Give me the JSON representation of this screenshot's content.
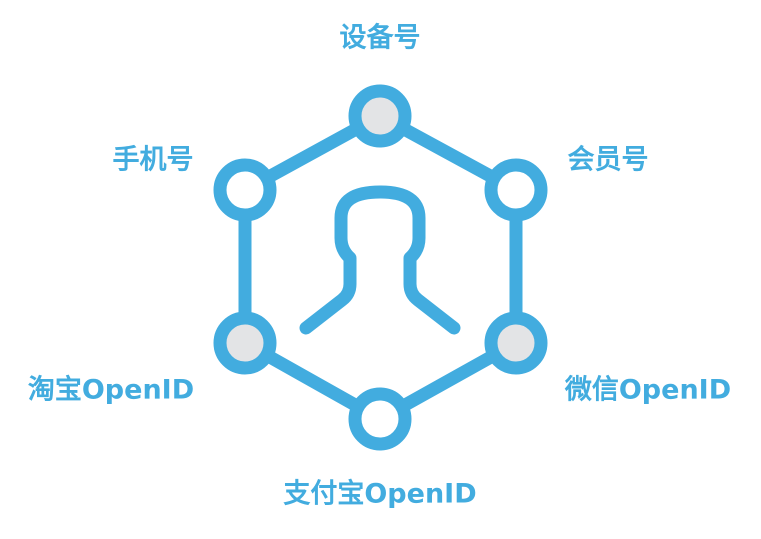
{
  "colors": {
    "accent": "#42ACDF",
    "node_fill_grey": "#E3E4E6",
    "node_fill_white": "#FFFFFF",
    "background": "#FFFFFF"
  },
  "center": {
    "icon": "user-silhouette-icon"
  },
  "nodes": [
    {
      "id": "top",
      "label": "设备号",
      "fill": "grey"
    },
    {
      "id": "ur",
      "label": "会员号",
      "fill": "white"
    },
    {
      "id": "lr",
      "label": "微信OpenID",
      "fill": "grey"
    },
    {
      "id": "bottom",
      "label": "支付宝OpenID",
      "fill": "white"
    },
    {
      "id": "ll",
      "label": "淘宝OpenID",
      "fill": "grey"
    },
    {
      "id": "ul",
      "label": "手机号",
      "fill": "white"
    }
  ]
}
